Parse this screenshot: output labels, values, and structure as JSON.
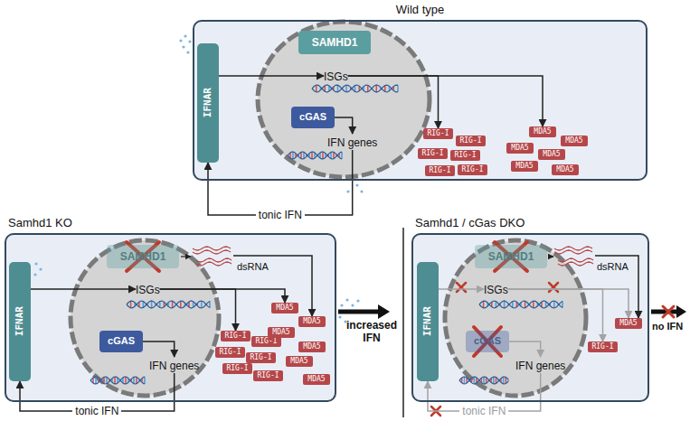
{
  "diagram": {
    "nodes": [
      {
        "text": [
          "Wild type"
        ]
      },
      {
        "text": [
          "IFNAR"
        ],
        "in": 0
      },
      {
        "text": [
          "SAMHD1"
        ],
        "in": 0
      },
      {
        "text": [
          "ISGs"
        ],
        "in": 0
      },
      {
        "text": [
          "cGAS"
        ],
        "in": 0
      },
      {
        "text": [
          "IFN genes"
        ],
        "in": 0
      },
      {
        "text": [
          "RIG-I"
        ],
        "in": 0
      },
      {
        "text": [
          "RIG-I"
        ],
        "in": 0
      },
      {
        "text": [
          "RIG-I"
        ],
        "in": 0
      },
      {
        "text": [
          "RIG-I"
        ],
        "in": 0
      },
      {
        "text": [
          "RIG-I"
        ],
        "in": 0
      },
      {
        "text": [
          "RIG-I"
        ],
        "in": 0
      },
      {
        "text": [
          "MDA5"
        ],
        "in": 0
      },
      {
        "text": [
          "MDA5"
        ],
        "in": 0
      },
      {
        "text": [
          "MDA5"
        ],
        "in": 0
      },
      {
        "text": [
          "MDA5"
        ],
        "in": 0
      },
      {
        "text": [
          "MDA5"
        ],
        "in": 0
      },
      {
        "text": [
          "MDA5"
        ],
        "in": 0
      },
      {
        "text": [
          "Samhd1 KO"
        ]
      },
      {
        "text": [
          "IFNAR"
        ],
        "in": 18
      },
      {
        "text": [
          "SAMHD1"
        ],
        "in": 18
      },
      {
        "text": [
          "ISGs"
        ],
        "in": 18
      },
      {
        "text": [
          "cGAS"
        ],
        "in": 18
      },
      {
        "text": [
          "IFN genes"
        ],
        "in": 18
      },
      {
        "text": [
          "RIG-I"
        ],
        "in": 18
      },
      {
        "text": [
          "RIG-I"
        ],
        "in": 18
      },
      {
        "text": [
          "RIG-I"
        ],
        "in": 18
      },
      {
        "text": [
          "RIG-I"
        ],
        "in": 18
      },
      {
        "text": [
          "RIG-I"
        ],
        "in": 18
      },
      {
        "text": [
          "RIG-I"
        ],
        "in": 18
      },
      {
        "text": [
          "MDA5"
        ],
        "in": 18
      },
      {
        "text": [
          "MDA5"
        ],
        "in": 18
      },
      {
        "text": [
          "MDA5"
        ],
        "in": 18
      },
      {
        "text": [
          "MDA5"
        ],
        "in": 18
      },
      {
        "text": [
          "MDA5"
        ],
        "in": 18
      },
      {
        "text": [
          "MDA5"
        ],
        "in": 18
      },
      {
        "text": [
          "Samhd1 / cGas DKO"
        ]
      },
      {
        "text": [
          "IFNAR"
        ],
        "in": 36
      },
      {
        "text": [
          "SAMHD1"
        ],
        "in": 36
      },
      {
        "text": [
          "ISGs"
        ],
        "in": 36
      },
      {
        "text": [
          "cGAS"
        ],
        "in": 36
      },
      {
        "text": [
          "IFN genes"
        ],
        "in": 36
      },
      {
        "text": [
          "RIG-I"
        ],
        "in": 36
      },
      {
        "text": [
          "MDA5"
        ],
        "in": 36
      }
    ],
    "edges": [
      {
        "from": 1,
        "to": 3,
        "arrow": "to"
      },
      {
        "from": 3,
        "to": 6,
        "arrow": "to"
      },
      {
        "from": 3,
        "to": 12,
        "arrow": "to"
      },
      {
        "from": 4,
        "to": 5,
        "arrow": "to"
      },
      {
        "from": 5,
        "to": 1,
        "label": "tonic IFN",
        "arrow": "to"
      },
      {
        "from": 19,
        "to": 21,
        "arrow": "to"
      },
      {
        "from": 21,
        "to": 24,
        "arrow": "to"
      },
      {
        "from": 21,
        "to": 30,
        "arrow": "to"
      },
      {
        "from": 22,
        "to": 23,
        "arrow": "to"
      },
      {
        "from": 23,
        "to": 19,
        "label": "tonic IFN",
        "arrow": "to"
      },
      {
        "from": 37,
        "to": 39,
        "arrow": "to"
      },
      {
        "from": 39,
        "to": 42,
        "arrow": "to"
      },
      {
        "from": 39,
        "to": 43,
        "arrow": "to"
      },
      {
        "from": 40,
        "to": 41,
        "arrow": "to"
      },
      {
        "from": 41,
        "to": 37,
        "label": "tonic IFN",
        "arrow": "to"
      }
    ],
    "labels": [
      "dsRNA",
      "increased IFN",
      "dsRNA",
      "no IFN"
    ]
  }
}
